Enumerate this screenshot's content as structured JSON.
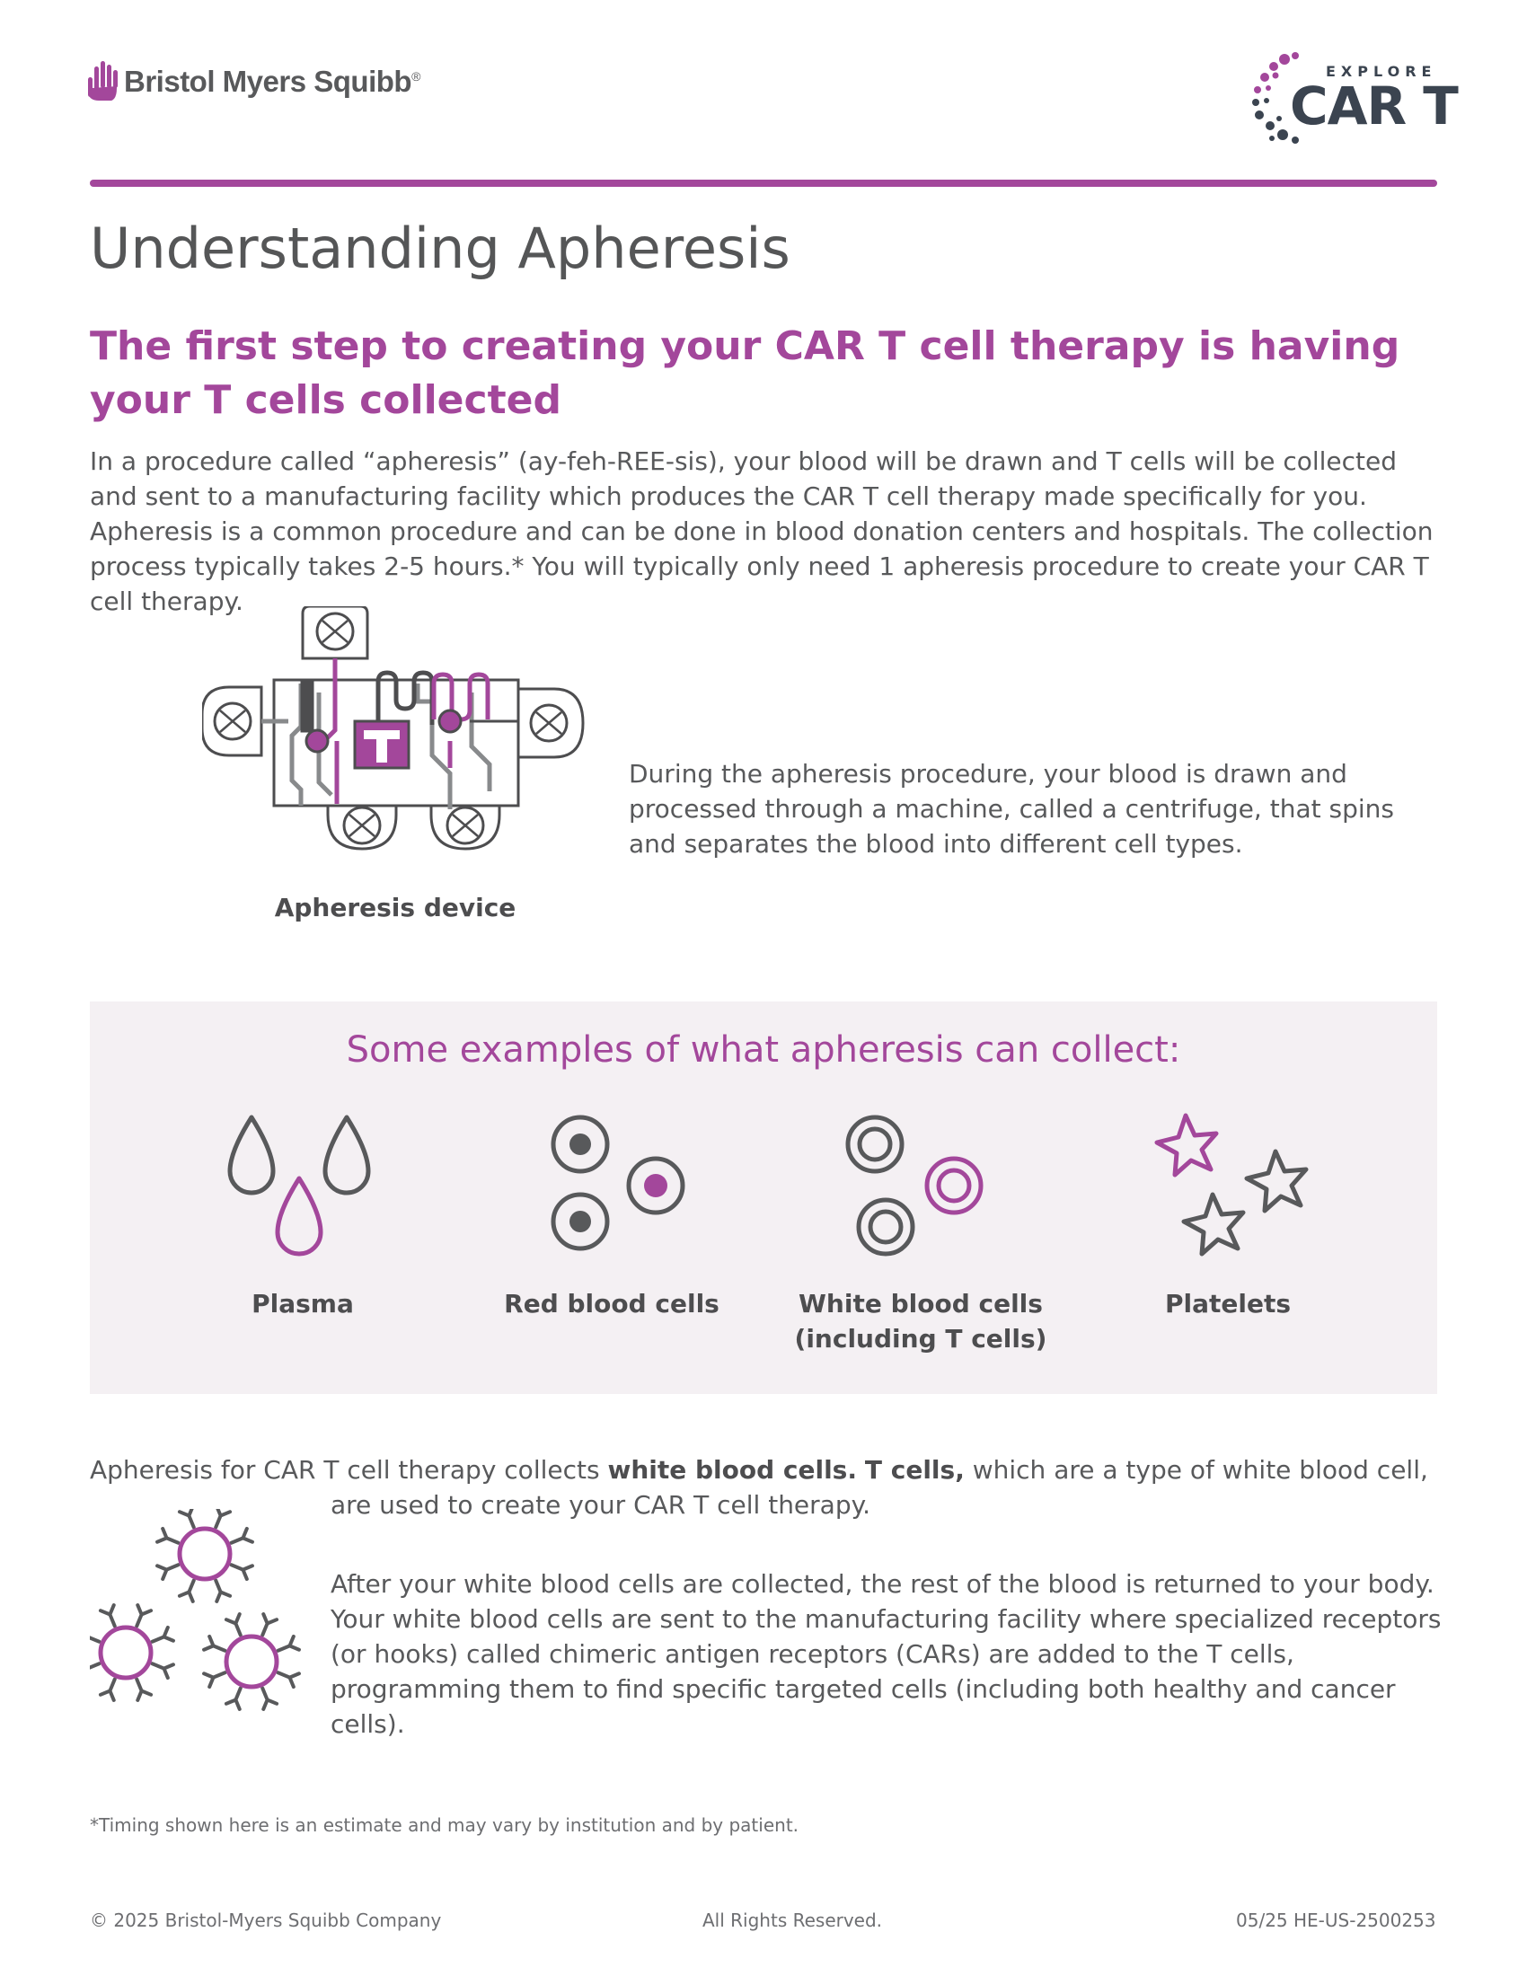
{
  "header": {
    "brand": "Bristol Myers Squibb",
    "brand_mark": "®",
    "logo_explore": "EXPLORE",
    "logo_cart": "CAR T"
  },
  "title": "Understanding Apheresis",
  "subtitle": "The first step to creating your CAR T cell therapy is having your T cells collected",
  "intro": "In a procedure called “apheresis” (ay-feh-REE-sis), your blood will be drawn and T cells will be collected and sent to a manufacturing facility which produces the CAR T cell therapy made specifically for you. Apheresis is a common procedure and can be done in blood donation centers and hospitals. The collection process typically takes 2-5 hours.* You will typically only need 1 apheresis procedure to create your CAR T cell therapy.",
  "device": {
    "caption": "Apheresis device",
    "description": "During the apheresis procedure, your blood is drawn and processed through a machine, called a centrifuge, that spins and separates the blood into different cell types."
  },
  "examples": {
    "title": "Some examples of what apheresis can collect:",
    "items": [
      {
        "icon": "plasma-drops-icon",
        "label": "Plasma"
      },
      {
        "icon": "red-blood-cells-icon",
        "label": "Red blood cells"
      },
      {
        "icon": "white-blood-cells-icon",
        "label": "White blood cells (including T cells)"
      },
      {
        "icon": "platelets-icon",
        "label": "Platelets"
      }
    ]
  },
  "lead": {
    "part1": "Apheresis for CAR T cell therapy collects ",
    "bold1": "white blood cells.",
    "part2": " ",
    "bold2": "T cells,",
    "part3": " which are a type of white blood cell,",
    "cont": "are used to create your CAR T cell therapy."
  },
  "after": "After your white blood cells are collected, the rest of the blood is returned to your body. Your white blood cells are sent to the manufacturing facility where specialized receptors (or hooks) called chimeric antigen receptors (CARs) are added to the T cells, programming them to find specific targeted cells (including both healthy and cancer cells).",
  "footnote": "*Timing shown here is an estimate and may vary by institution and by patient.",
  "footer": {
    "copyright": "© 2025 Bristol-Myers Squibb Company",
    "rights": "All Rights Reserved.",
    "code": "05/25  HE-US-2500253"
  },
  "colors": {
    "accent": "#a3479b",
    "text": "#58595b",
    "panel": "#f4f0f3",
    "logo_dark": "#3b4450"
  }
}
